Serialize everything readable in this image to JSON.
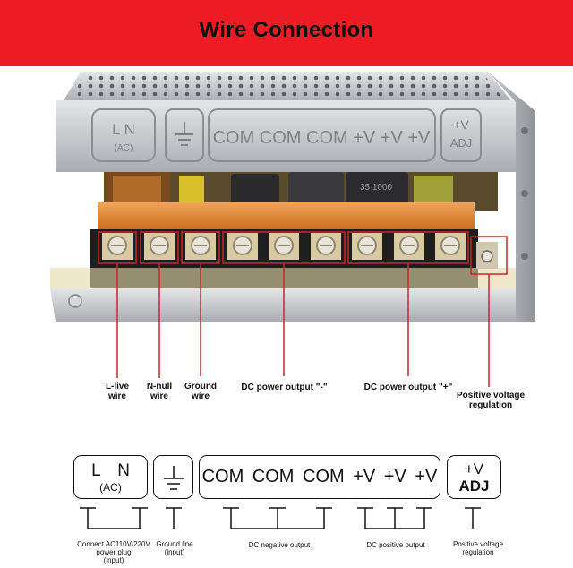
{
  "title": "Wire Connection",
  "colors": {
    "banner": "#ed1c24",
    "callout_line": "#c62828"
  },
  "photo": {
    "panel_text": "COM COM COM +V +V +V",
    "ln_main": "L N",
    "ln_sub": "(AC)",
    "adj_v": "+V",
    "adj_t": "ADJ",
    "cap_label": "35 1000"
  },
  "callouts": {
    "l_live": [
      "L-live",
      "wire"
    ],
    "n_null": [
      "N-null",
      "wire"
    ],
    "ground": [
      "Ground",
      "wire"
    ],
    "dc_neg": "DC power output \"-\"",
    "dc_pos": "DC power output \"+\"",
    "pos_reg": [
      "Positive voltage",
      "regulation"
    ]
  },
  "diagram": {
    "ln_main": "L N",
    "ln_sub": "(AC)",
    "ground_icon": "ground-symbol-icon",
    "terminals": "COM COM COM +V +V +V",
    "adj_v": "+V",
    "adj_t": "ADJ"
  },
  "bottom_labels": {
    "connect": [
      "Connect AC110V/220V",
      "power plug",
      "(input)"
    ],
    "ground": [
      "Ground line",
      "(input)"
    ],
    "dc_negative": "DC negative output",
    "dc_positive": "DC positive output",
    "pos_reg": [
      "Positive voltage",
      "regulation"
    ]
  }
}
